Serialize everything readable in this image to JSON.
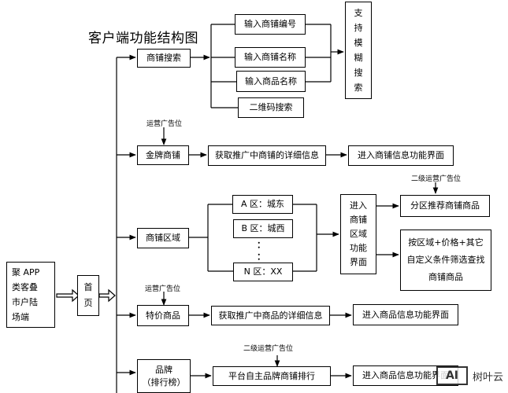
{
  "title": "客户端功能结构图",
  "root": [
    "聚 APP",
    "类客叠",
    "市户陆",
    "场端"
  ],
  "home": [
    "首",
    "页"
  ],
  "level1": {
    "shop_search": "商铺搜索",
    "gold_shop": "金牌商铺",
    "shop_area": "商铺区域",
    "special_goods": "特价商品",
    "brand": [
      "品牌",
      "（排行榜）"
    ]
  },
  "search": {
    "by_number": "输入商铺编号",
    "by_name": "输入商铺名称",
    "by_goods": "输入商品名称",
    "qr": "二维码搜索",
    "fuzzy": [
      "支",
      "持",
      "模",
      "糊",
      "搜",
      "索"
    ]
  },
  "ads": {
    "ops_ad_1": "运营广告位",
    "secondary_ad_1": "二级运营广告位",
    "ops_ad_2": "运营广告位",
    "secondary_ad_2": "二级运营广告位"
  },
  "gold": {
    "get_info": "获取推广中商铺的详细信息",
    "enter": "进入商铺信息功能界面"
  },
  "area": {
    "zone_a": "A 区：城东",
    "zone_b": "B 区：城西",
    "dots_1": "：",
    "dots_2": "：",
    "zone_n": "N 区：XX",
    "enter_area": [
      "进入",
      "商铺",
      "区域",
      "功能",
      "界面"
    ],
    "recommend": "分区推荐商铺商品",
    "filter": [
      "按区域+价格+其它",
      "自定义条件筛选查找",
      "商铺商品"
    ]
  },
  "special": {
    "get_info": "获取推广中商品的详细信息",
    "enter": "进入商品信息功能界面"
  },
  "brand": {
    "ranking": "平台自主品牌商铺排行",
    "enter": "进入商品信息功能界面"
  },
  "watermark": {
    "logo": "AI",
    "text": "树叶云"
  }
}
